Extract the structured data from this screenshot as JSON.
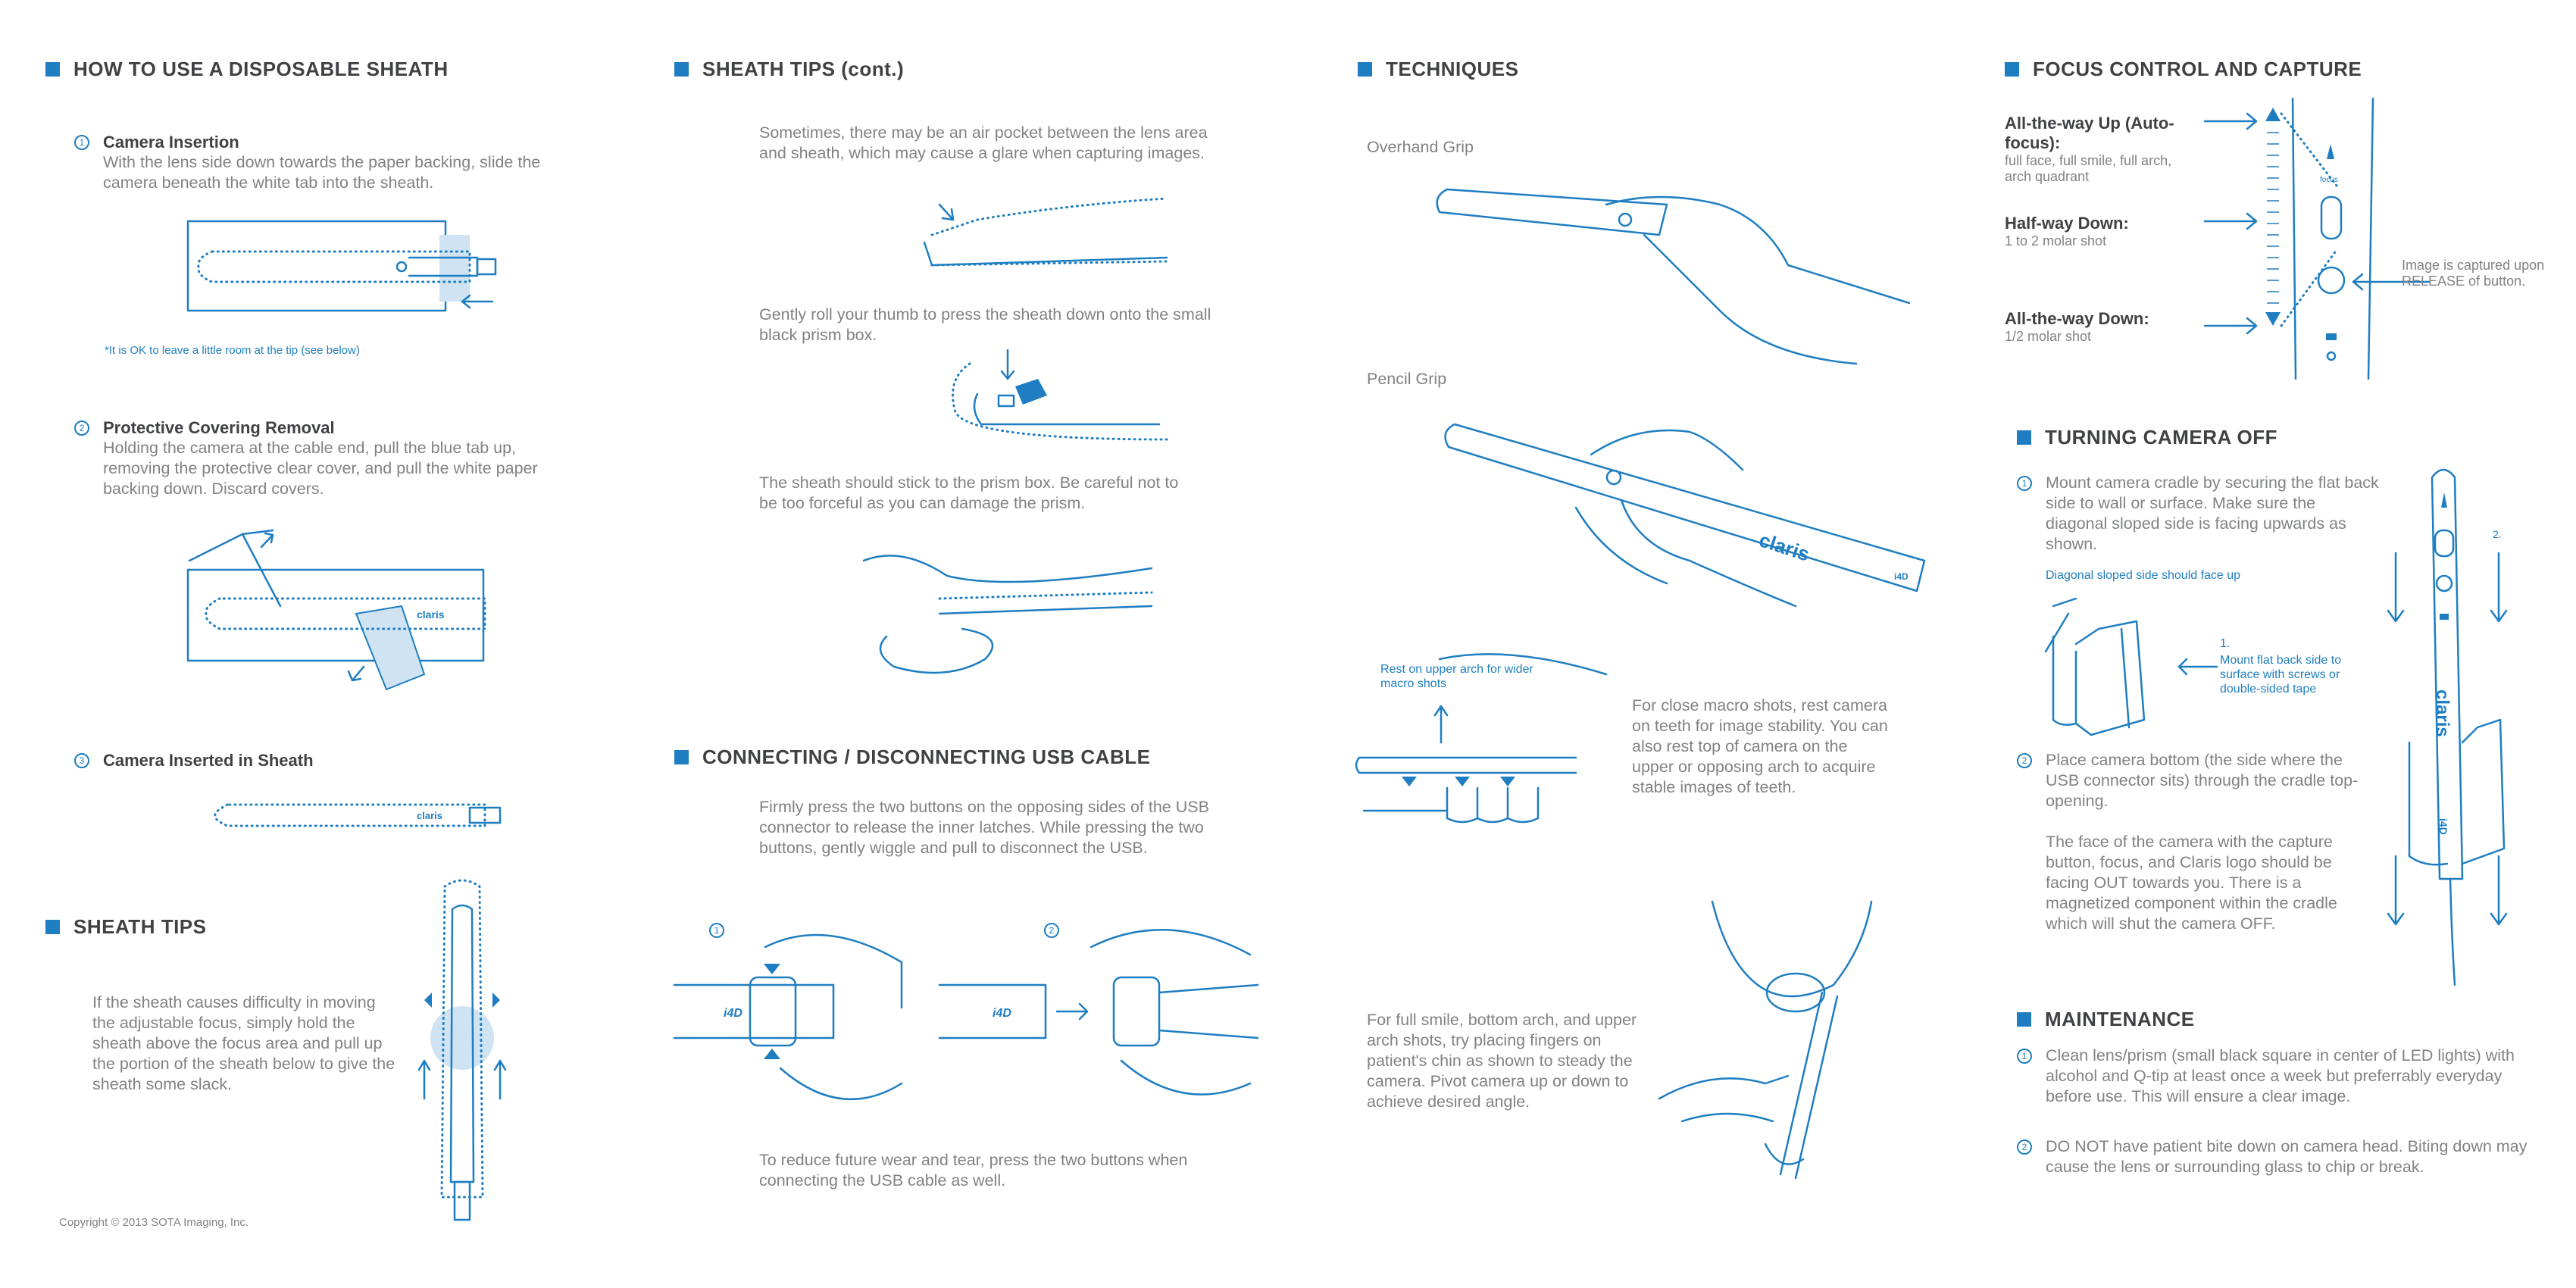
{
  "col1": {
    "title": "HOW TO USE A DISPOSABLE SHEATH",
    "step1": {
      "num": "1",
      "title": "Camera Insertion",
      "text": "With the lens side down towards the paper backing, slide the camera beneath the white tab into the sheath."
    },
    "note": "*It is OK to leave a little room at the tip (see below)",
    "step2": {
      "num": "2",
      "title": "Protective Covering Removal",
      "text": "Holding the camera at the cable end, pull the blue tab up, removing the protective clear cover, and pull the white paper backing down. Discard covers."
    },
    "step3": {
      "num": "3",
      "title": "Camera Inserted in Sheath"
    },
    "tips_title": "SHEATH TIPS",
    "tips_text": "If the sheath causes difficulty in moving the adjustable focus, simply hold the sheath above the focus area and pull up the portion of the sheath below to give the sheath some slack.",
    "copyright": "Copyright © 2013 SOTA Imaging, Inc.",
    "device_brand": "claris"
  },
  "col2": {
    "title": "SHEATH TIPS (cont.)",
    "p1": "Sometimes, there may be an air pocket between the lens area and sheath, which may cause a glare when capturing images.",
    "p2": "Gently roll your thumb to press the sheath down onto the small black prism box.",
    "p3": "The sheath should stick to the prism box. Be careful not to be too forceful as you can damage the prism.",
    "usb_title": "CONNECTING / DISCONNECTING USB CABLE",
    "usb_text": "Firmly press the two buttons on the opposing sides of the USB connector to release the inner latches. While pressing the two buttons, gently wiggle and pull to disconnect the USB.",
    "usb_num1": "1",
    "usb_num2": "2",
    "usb_footer": "To reduce future wear and tear, press the two buttons when connecting the USB cable as well.",
    "plug_label": "i4D"
  },
  "col3": {
    "title": "TECHNIQUES",
    "overhand": "Overhand Grip",
    "pencil": "Pencil Grip",
    "rest_note": "Rest on upper arch for wider macro shots",
    "macro_text": "For close macro shots, rest camera on teeth for image stability. You can also rest top of camera on the upper or opposing arch to acquire stable images of teeth.",
    "smile_text": "For full smile, bottom arch, and upper arch shots, try placing fingers on patient's chin as shown to steady the camera. Pivot camera up or down to achieve desired angle.",
    "brand": "claris",
    "model": "i4D"
  },
  "col4": {
    "focus_title": "FOCUS CONTROL AND CAPTURE",
    "up_title": "All-the-way Up (Auto-focus):",
    "up_text": "full face, full smile, full arch, arch quadrant",
    "half_title": "Half-way Down:",
    "half_text": "1 to 2 molar shot",
    "down_title": "All-the-way Down:",
    "down_text": "1/2 molar shot",
    "capture_text": "Image is captured upon RELEASE of button.",
    "focus_word": "focus",
    "off_title": "TURNING CAMERA OFF",
    "off1": "Mount camera cradle by securing the flat back side to wall or surface. Make sure the diagonal sloped side is facing upwards as shown.",
    "diag_note": "Diagonal sloped side should face up",
    "mount_note": "Mount flat back side to surface with screws or double-sided tape",
    "mount_num": "1.",
    "step2_num_label": "2.",
    "off2": "Place camera bottom (the side where the USB connector sits) through the cradle top-opening.",
    "off3": "The face of the camera with the capture button, focus, and Claris logo should be facing OUT towards you. There is a magnetized component within the cradle which will shut the camera OFF.",
    "maint_title": "MAINTENANCE",
    "maint1": "Clean lens/prism (small black square in center of LED lights) with alcohol and Q-tip at least once a week but preferrably everyday before use. This will ensure a clear image.",
    "maint2": "DO NOT have patient bite down on camera head. Biting down may cause the lens or surrounding glass to chip or break.",
    "brand": "claris",
    "model": "i4D"
  },
  "colors": {
    "accent": "#1f7ec1",
    "heading": "#3f4145",
    "text": "#808285"
  }
}
